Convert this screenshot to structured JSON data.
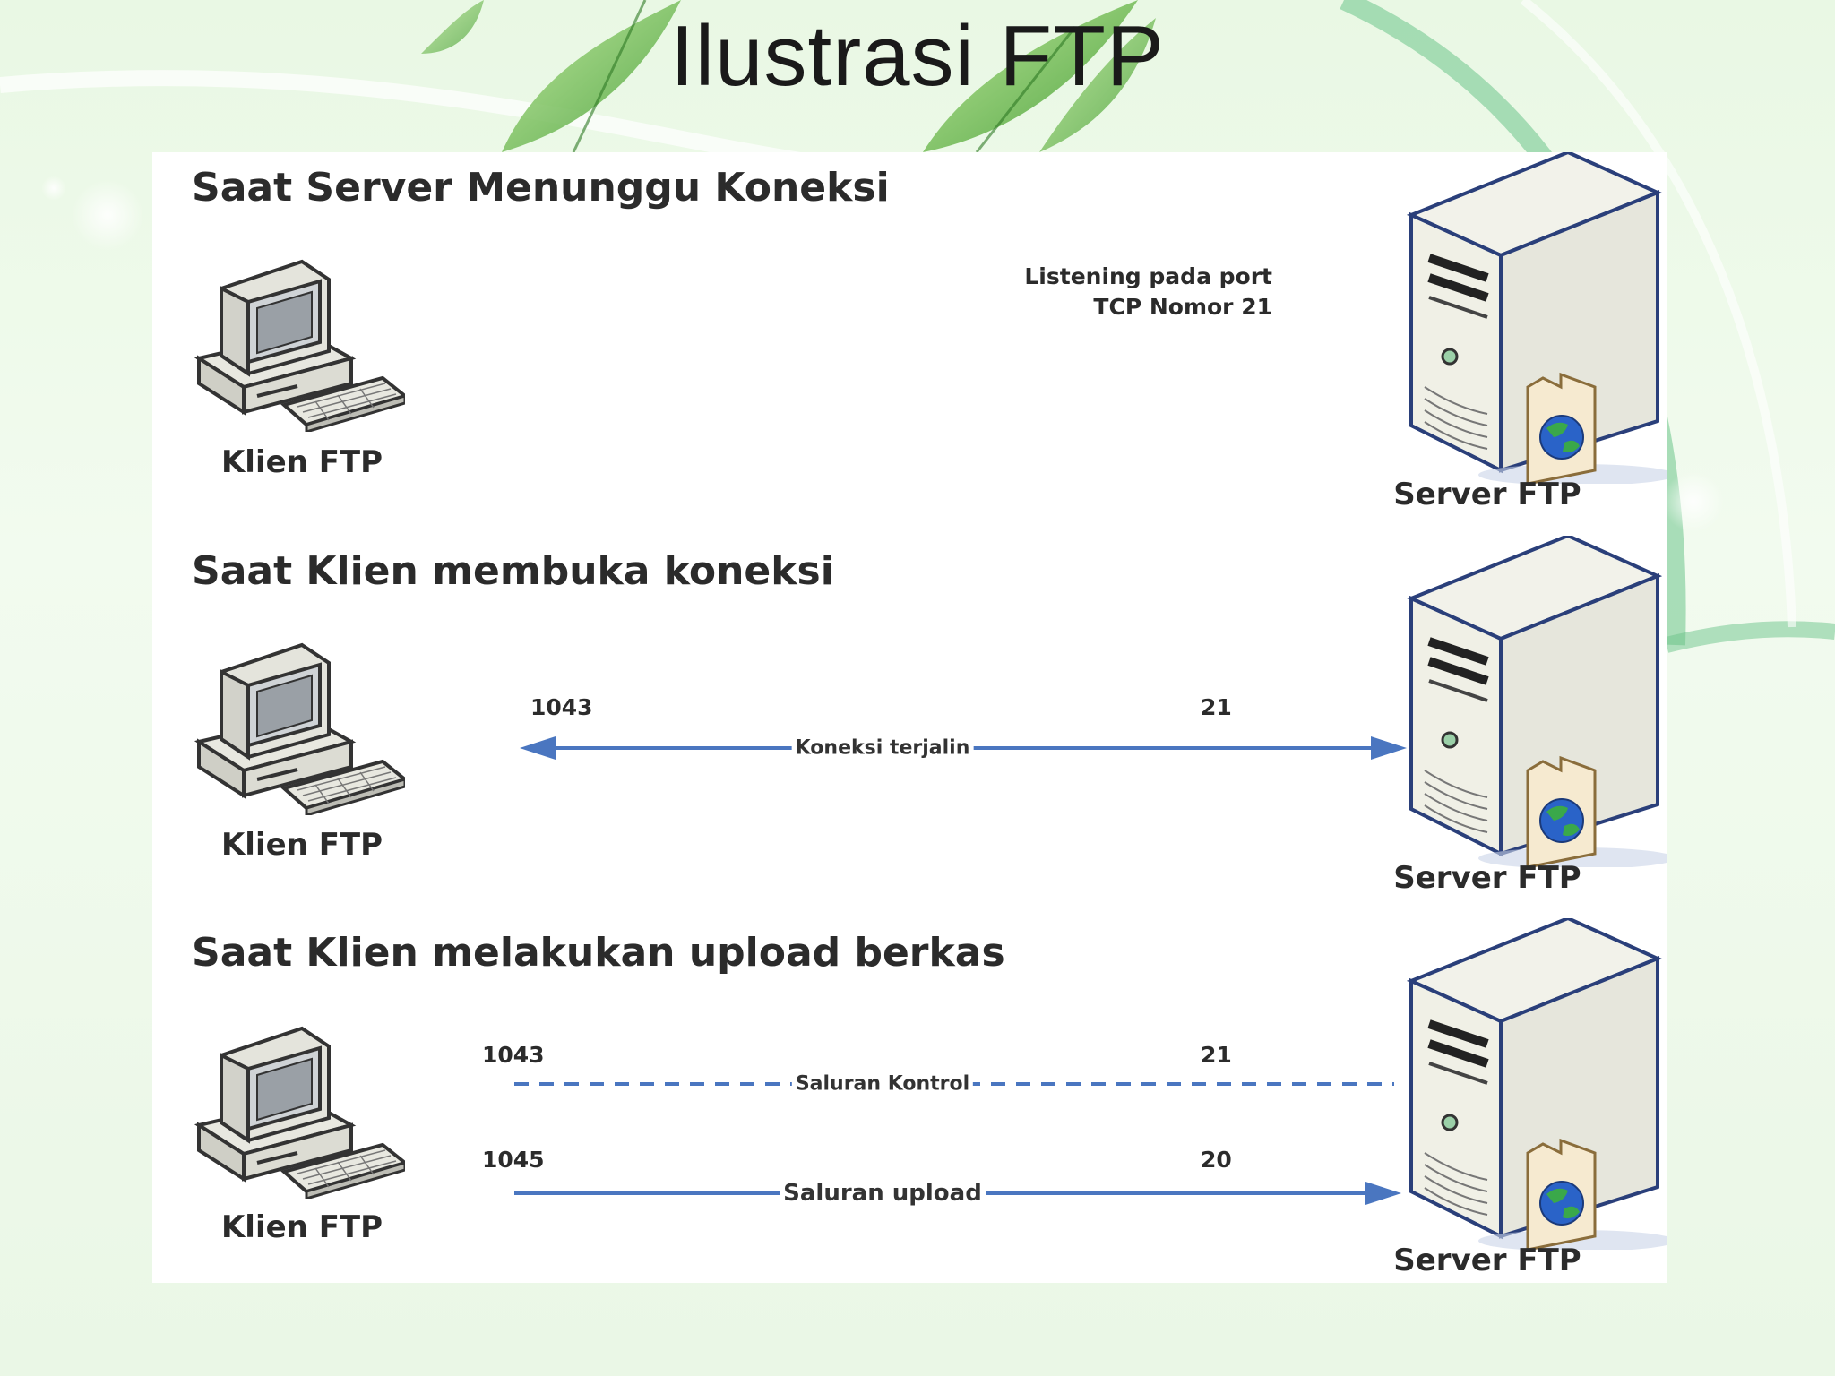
{
  "slide": {
    "title": "Ilustrasi FTP"
  },
  "sections": [
    {
      "title": "Saat Server Menunggu Koneksi",
      "client_label": "Klien FTP",
      "server_label": "Server FTP",
      "server_note_line1": "Listening pada port",
      "server_note_line2": "TCP Nomor 21"
    },
    {
      "title": "Saat Klien membuka koneksi",
      "client_label": "Klien FTP",
      "server_label": "Server FTP",
      "connection": {
        "client_port": "1043",
        "server_port": "21",
        "label": "Koneksi terjalin",
        "style": "solid",
        "direction": "both"
      }
    },
    {
      "title": "Saat Klien melakukan upload berkas",
      "client_label": "Klien FTP",
      "server_label": "Server FTP",
      "control": {
        "client_port": "1043",
        "server_port": "21",
        "label": "Saluran Kontrol",
        "style": "dashed"
      },
      "upload": {
        "client_port": "1045",
        "server_port": "20",
        "label": "Saluran upload",
        "style": "solid",
        "direction": "to-server"
      }
    }
  ],
  "colors": {
    "arrow": "#4a76c0",
    "panel": "#ffffff",
    "text": "#2b2b2b"
  },
  "icons": {
    "client": "desktop-computer-icon",
    "server": "tower-server-icon",
    "globe": "globe-icon",
    "folder": "folder-icon"
  }
}
